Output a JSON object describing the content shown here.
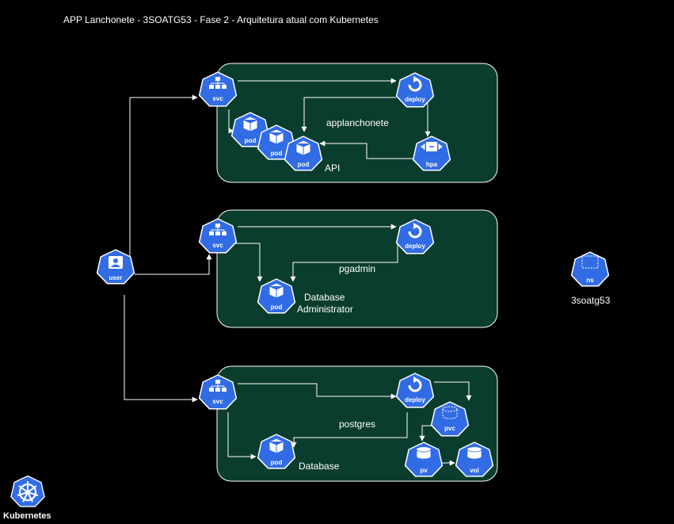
{
  "title": "APP Lanchonete - 3SOATG53 - Fase 2 - Arquitetura atual com Kubernetes",
  "colors": {
    "background": "#000000",
    "group_fill": "#0b3d2e",
    "group_stroke": "#ffffff",
    "icon_fill": "#326ce5",
    "icon_stroke": "#ffffff",
    "connector": "#ffffff"
  },
  "icons": {
    "user": "user",
    "svc": "svc",
    "deploy": "deploy",
    "pod": "pod",
    "hpa": "hpa",
    "pvc": "pvc",
    "pv": "pv",
    "vol": "vol",
    "ns": "ns"
  },
  "groups": {
    "api": {
      "name": "applanchonete",
      "caption": "API"
    },
    "pgadmin": {
      "name": "pgadmin",
      "caption_line1": "Database",
      "caption_line2": "Administrator"
    },
    "postgres": {
      "name": "postgres",
      "caption": "Database"
    }
  },
  "namespace": {
    "label": "3soatg53"
  },
  "logo": {
    "text": "Kubernetes"
  }
}
